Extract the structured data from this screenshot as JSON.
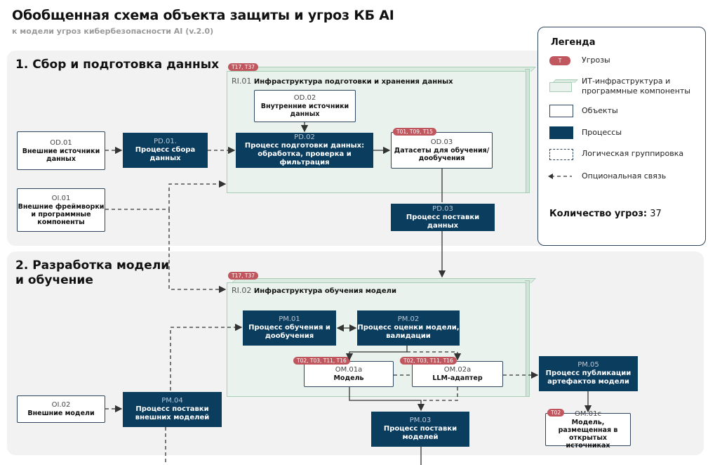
{
  "header": {
    "title": "Обобщенная схема объекта защиты и угроз КБ AI",
    "subtitle": "к модели угроз кибербезопасности AI (v.2.0)"
  },
  "sections": {
    "s1": "1. Сбор и подготовка данных",
    "s2": "2. Разработка модели и обучение"
  },
  "infra": {
    "ri01": {
      "code": "RI.01",
      "name": "Инфраструктура подготовки и хранения данных",
      "threats": "T17, T37"
    },
    "ri02": {
      "code": "RI.02",
      "name": "Инфраструктура обучения модели",
      "threats": "T17, T37"
    }
  },
  "objects": {
    "od01": {
      "code": "OD.01",
      "name": "Внешние источники данных"
    },
    "od02": {
      "code": "OD.02",
      "name": "Внутренние источники данных"
    },
    "od03": {
      "code": "OD.03",
      "name": "Датасеты для обучения/ дообучения",
      "threats": "T01, T09, T15"
    },
    "oi01": {
      "code": "OI.01",
      "name": "Внешние фреймворки и программные компоненты"
    },
    "oi02": {
      "code": "OI.02",
      "name": "Внешние модели"
    },
    "om01a": {
      "code": "OM.01a",
      "name": "Модель",
      "threats": "T02, T03, T11, T16"
    },
    "om02a": {
      "code": "OM.02a",
      "name": "LLM-адаптер",
      "threats": "T02, T03, T11, T16"
    },
    "om01c": {
      "code": "OM.01c",
      "name": "Модель, размещенная в открытых источниках",
      "threats": "T02"
    }
  },
  "processes": {
    "pd01": {
      "code": "PD.01.",
      "name": "Процесс сбора данных"
    },
    "pd02": {
      "code": "PD.02",
      "name_bold": "Процесс",
      "name_rest": " подготовки данных: обработка, проверка и фильтрация"
    },
    "pd03": {
      "code": "PD.03",
      "name": "Процесс поставки данных"
    },
    "pm01": {
      "code": "PM.01",
      "name": "Процесс обучения и дообучения"
    },
    "pm02": {
      "code": "PM.02",
      "name": "Процесс оценки модели, валидации"
    },
    "pm03": {
      "code": "PM.03",
      "name": "Процесс поставки моделей"
    },
    "pm04": {
      "code": "PM.04",
      "name": "Процесс поставки внешних моделей"
    },
    "pm05": {
      "code": "PM.05",
      "name": "Процесс публикации артефактов модели"
    }
  },
  "legend": {
    "title": "Легенда",
    "threat_chip": "T",
    "threats": "Угрозы",
    "infra": "ИТ-инфраструктура и программные компоненты",
    "objects": "Объекты",
    "processes": "Процессы",
    "grouping": "Логическая группировка",
    "optional": "Опциональная связь",
    "count_label": "Количество угроз:",
    "count_value": "37"
  },
  "colors": {
    "process": "#0b3d5f",
    "threat": "#c0575f",
    "infra": "#e9f2ed",
    "section": "#f2f2f2"
  }
}
